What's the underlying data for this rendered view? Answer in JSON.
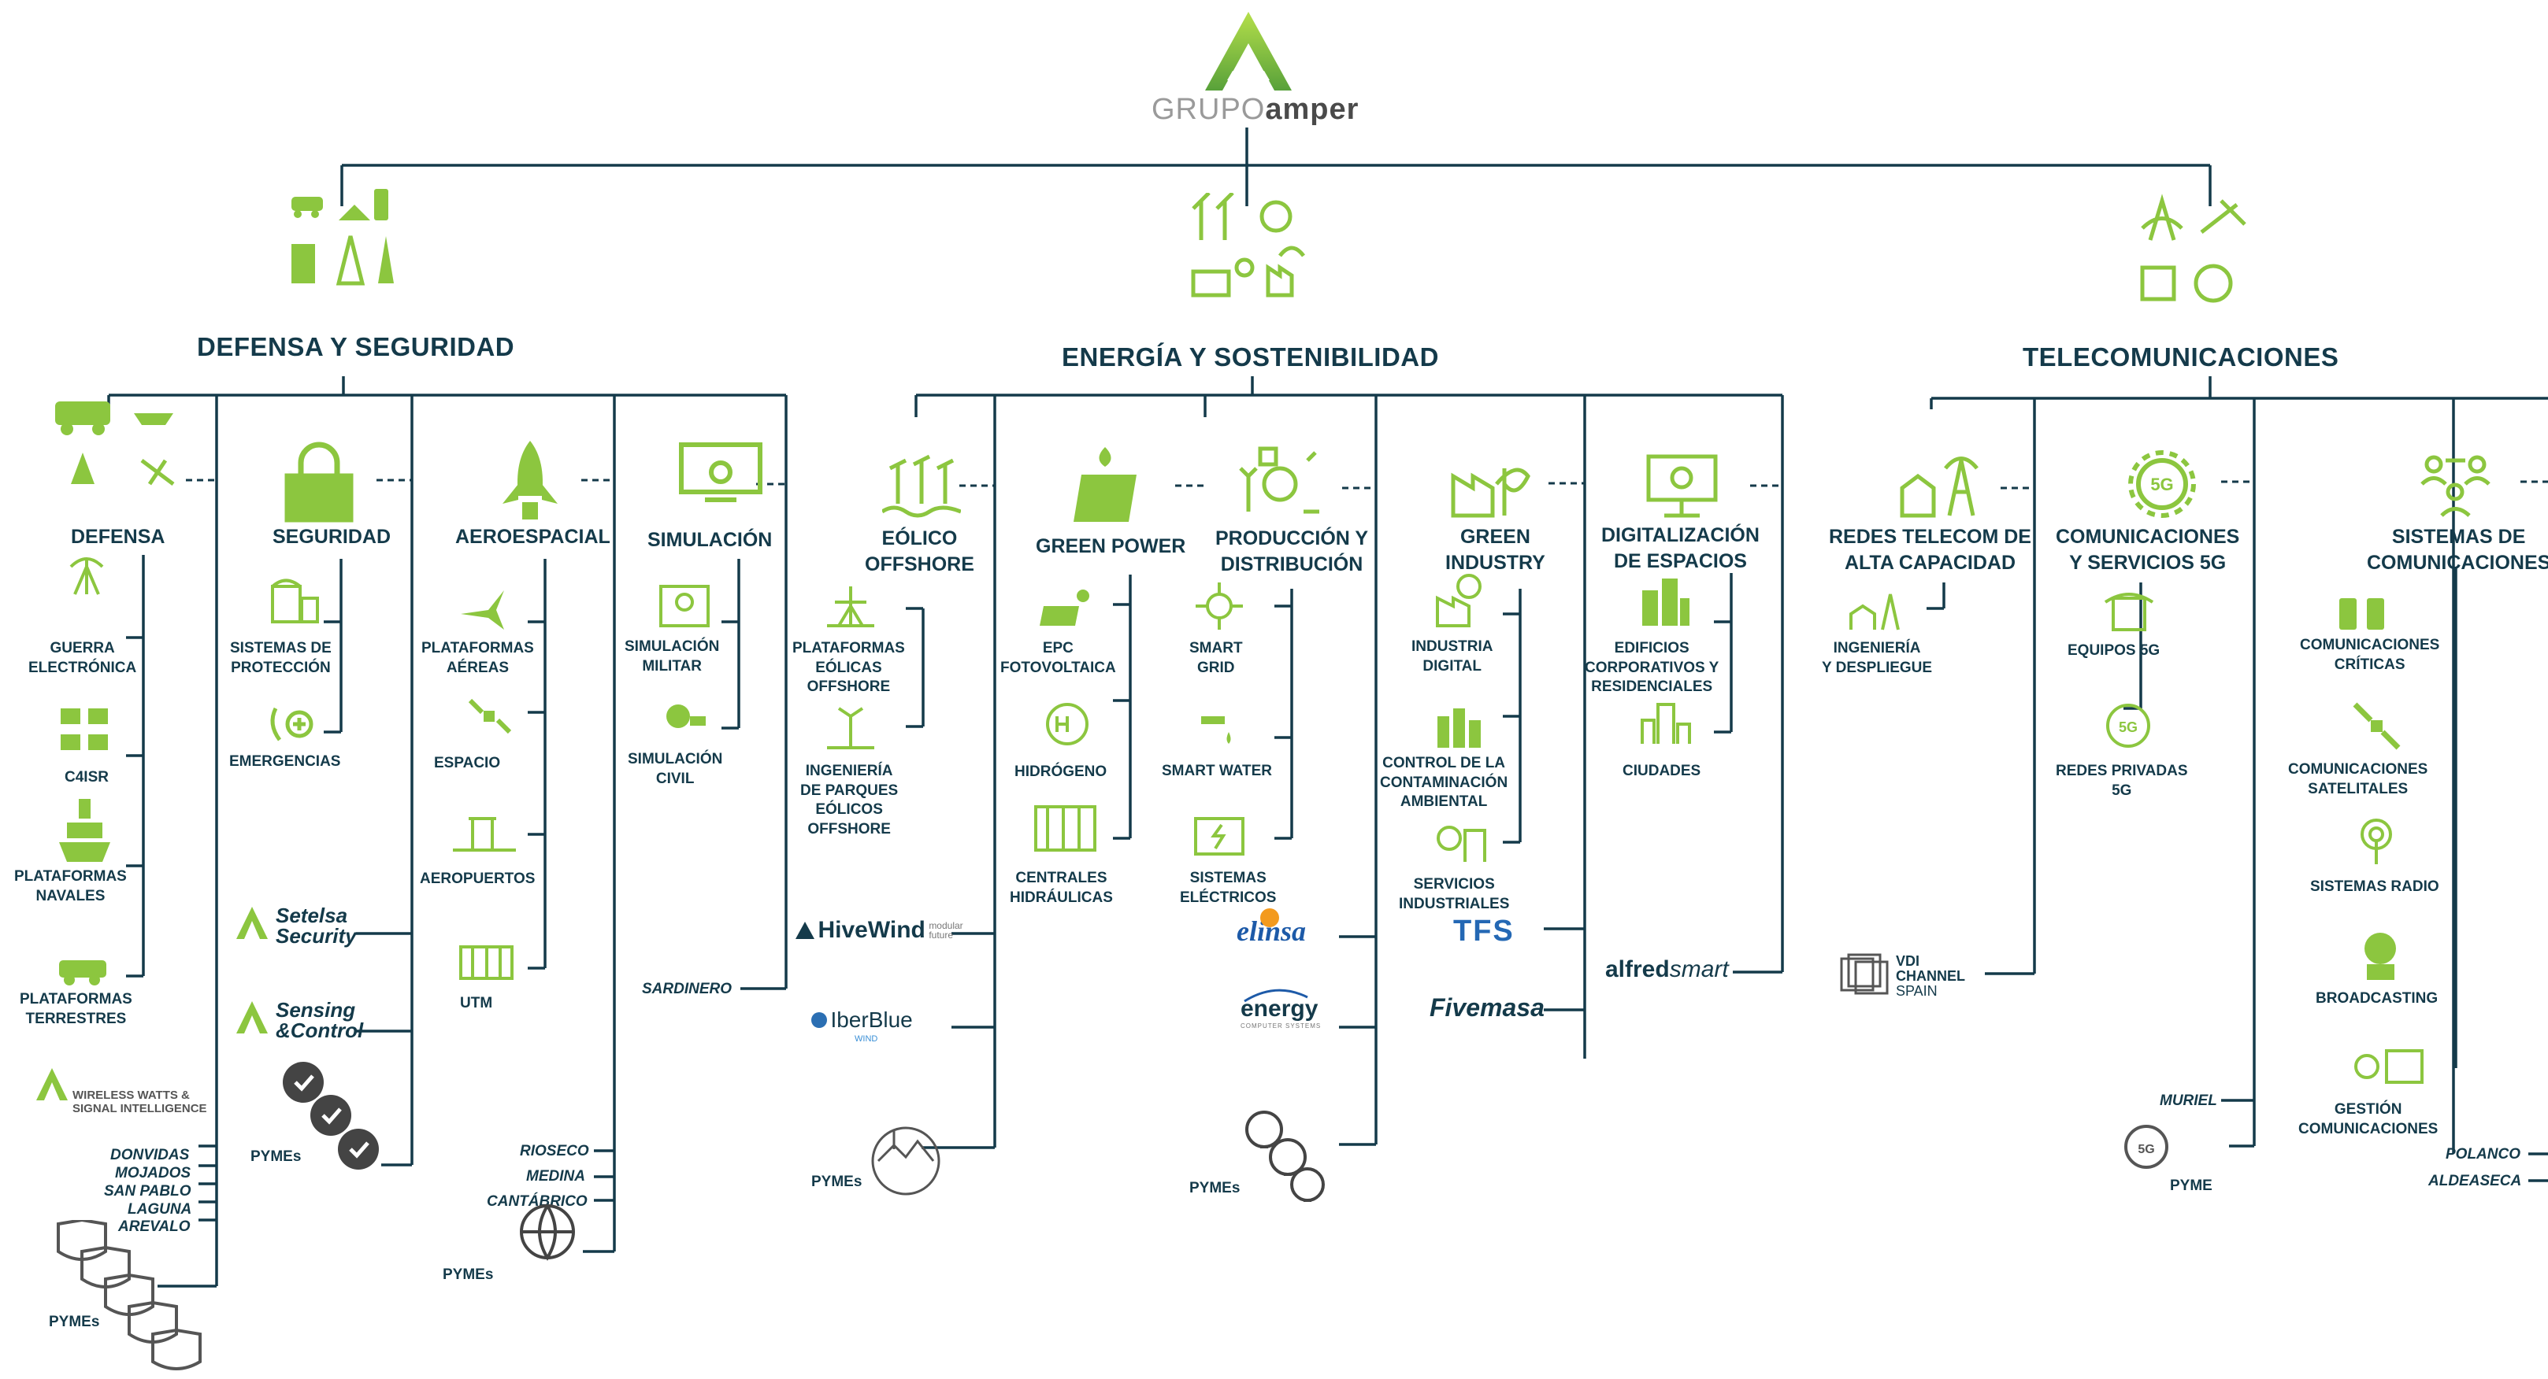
{
  "colors": {
    "green": "#8cc63f",
    "navy": "#143a4a",
    "gray": "#444444"
  },
  "header": {
    "logo_text_left": "GRUPO",
    "logo_text_right": "amper"
  },
  "sections": {
    "defensa": "DEFENSA Y SEGURIDAD",
    "energia": "ENERGÍA Y SOSTENIBILIDAD",
    "telecom": "TELECOMUNICACIONES"
  },
  "categories": {
    "defensa": "DEFENSA",
    "seguridad": "SEGURIDAD",
    "aeroespacial": "AEROESPACIAL",
    "simulacion": "SIMULACIÓN",
    "eolico": [
      "EÓLICO",
      "OFFSHORE"
    ],
    "green_power": "GREEN POWER",
    "produccion": [
      "PRODUCCIÓN Y",
      "DISTRIBUCIÓN"
    ],
    "green_industry": [
      "GREEN",
      "INDUSTRY"
    ],
    "digitalizacion": [
      "DIGITALIZACIÓN",
      "DE ESPACIOS"
    ],
    "redes": [
      "REDES TELECOM DE",
      "ALTA CAPACIDAD"
    ],
    "com5g": [
      "COMUNICACIONES",
      "Y SERVICIOS 5G"
    ],
    "sistemas": [
      "Sistemas de",
      "COMUNICACIONES"
    ]
  },
  "items": {
    "guerra": [
      "GUERRA",
      "ELECTRÓNICA"
    ],
    "c4isr": "C4ISR",
    "navales": [
      "PLATAFORMAS",
      "NAVALES"
    ],
    "terrestres": [
      "PLATAFORMAS",
      "TERRESTRES"
    ],
    "proteccion": [
      "SISTEMAS DE",
      "PROTECCIÓN"
    ],
    "emergencias": "EMERGENCIAS",
    "aereas": [
      "PLATAFORMAS",
      "AÉREAS"
    ],
    "espacio": "ESPACIO",
    "aeropuertos": "AEROPUERTOS",
    "utm": "UTM",
    "sim_militar": [
      "SIMULACIÓN",
      "MILITAR"
    ],
    "sim_civil": [
      "SIMULACIÓN",
      "CIVIL"
    ],
    "plat_eolicas": [
      "PLATAFORMAS",
      "EÓLICAS",
      "OFFSHORE"
    ],
    "ing_parques": [
      "INGENIERÍA",
      "DE PARQUES",
      "EÓLICOS",
      "OFFSHORE"
    ],
    "epc": [
      "EPC",
      "FOTOVOLTAICA"
    ],
    "hidrogeno": "HIDRÓGENO",
    "centrales": [
      "CENTRALES",
      "HIDRÁULICAS"
    ],
    "smart_grid": [
      "SMART",
      "GRID"
    ],
    "smart_water": "SMART WATER",
    "sist_electricos": [
      "SISTEMAS",
      "ELÉCTRICOS"
    ],
    "ind_digital": [
      "INDUSTRIA",
      "DIGITAL"
    ],
    "control": [
      "CONTROL DE LA",
      "CONTAMINACIÓN",
      "AMBIENTAL"
    ],
    "servicios_ind": [
      "SERVICIOS",
      "INDUSTRIALES"
    ],
    "edificios": [
      "EDIFICIOS",
      "CORPORATIVOS Y",
      "RESIDENCIALES"
    ],
    "ciudades": "CIUDADES",
    "ingenieria_desp": [
      "INGENIERÍA",
      "Y DESPLIEGUE"
    ],
    "equipos5g": "EQUIPOS 5G",
    "redes_priv": [
      "REDES PRIVADAS",
      "5G"
    ],
    "com_criticas": [
      "COMUNICACIONES",
      "CRÍTICAS"
    ],
    "com_satel": [
      "COMUNICACIONES",
      "SATELITALES"
    ],
    "radio": "SISTEMAS RADIO",
    "broadcasting": "BROADCASTING",
    "gestion": [
      "GESTIÓN",
      "COMUNICACIONES"
    ]
  },
  "pymes": {
    "label": "PYMEs",
    "label_single": "PYME"
  },
  "companies": {
    "defensa_list": [
      "DONVIDAS",
      "MOJADOS",
      "SAN PABLO",
      "LAGUNA",
      "AREVALO"
    ],
    "aero_list": [
      "RIOSECO",
      "MEDINA",
      "CANTÁBRICO"
    ],
    "sardinero": "SARDINERO",
    "muriel": "MURIEL",
    "telecom_list": [
      "POLANCO",
      "ALDEASECA"
    ]
  },
  "logos": {
    "setelsa": [
      "Setelsa",
      "Security"
    ],
    "sensing": [
      "Sensing",
      "&Control"
    ],
    "wireless": [
      "WIRELESS WATTS &",
      "SIGNAL INTELLIGENCE"
    ],
    "hivewind": "HiveWind",
    "hivewind_sub": [
      "modular",
      "future"
    ],
    "iberblue": "IberBlue",
    "iberblue_sub": "WIND",
    "elinsa": "elinsa",
    "energy": "energy",
    "energy_sub": "COMPUTER SYSTEMS",
    "tfs": "TFS",
    "fivemasa": "Fivemasa",
    "alfred_a": "alfred",
    "alfred_b": "smart",
    "vdi": [
      "VDI",
      "CHANNEL",
      "SPAIN"
    ]
  }
}
